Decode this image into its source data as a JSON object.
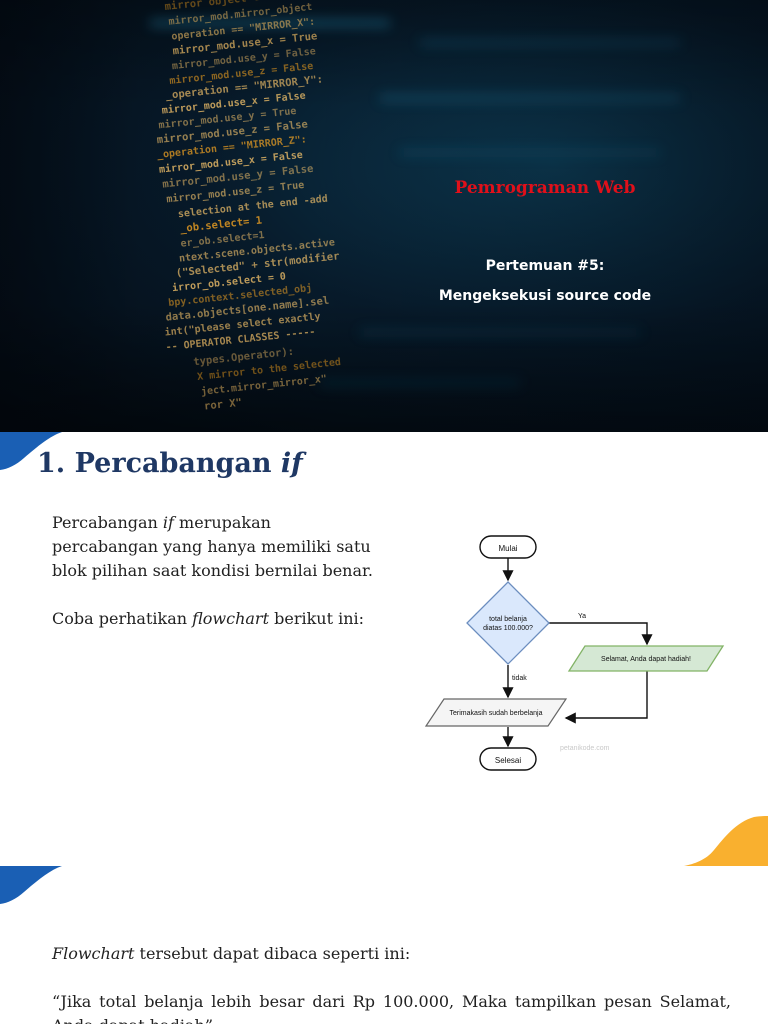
{
  "slide1": {
    "title": "Pemrograman Web",
    "meeting": "Pertemuan #5:",
    "topic": "Mengeksekusi source code",
    "code_lines": [
      "mirror object to mirror",
      "mirror_mod.mirror_object",
      "operation == \"MIRROR_X\":",
      "mirror_mod.use_x = True",
      "mirror_mod.use_y = False",
      "mirror_mod.use_z = False",
      "_operation == \"MIRROR_Y\":",
      "mirror_mod.use_x = False",
      "mirror_mod.use_y = True",
      "mirror_mod.use_z = False",
      "_operation == \"MIRROR_Z\":",
      "mirror_mod.use_x = False",
      "mirror_mod.use_y = False",
      "mirror_mod.use_z = True",
      "selection at the end -add",
      "_ob.select= 1",
      "er_ob.select=1",
      "ntext.scene.objects.active",
      "(\"Selected\" + str(modifier",
      "irror_ob.select = 0",
      "bpy.context.selected_obj",
      "data.objects[one.name].sel",
      "int(\"please select exactly",
      "-- OPERATOR CLASSES -----",
      "types.Operator):",
      "X mirror to the selected",
      "ject.mirror_mirror_x\"",
      "ror X\""
    ]
  },
  "slide2": {
    "heading_prefix": "1. Percabangan ",
    "heading_keyword": "if",
    "p1_word1": "Percabangan ",
    "p1_italic": "if",
    "p1_rest": " merupakan percabangan yang hanya memiliki satu blok pilihan saat kondisi bernilai benar.",
    "p2_prefix": "Coba perhatikan ",
    "p2_italic": "flowchart",
    "p2_rest": " berikut ini:",
    "flowchart": {
      "start": "Mulai",
      "decision_line1": "total belanja",
      "decision_line2": "diatas 100.000?",
      "yes_label": "Ya",
      "no_label": "tidak",
      "yes_output": "Selamat, Anda dapat hadiah!",
      "thanks_output": "Terimakasih sudah berbelanja",
      "end": "Selesai",
      "watermark": "petanikode.com"
    }
  },
  "slide3": {
    "line1_italic": "Flowchart",
    "line1_rest": " tersebut dapat  dibaca seperti ini:",
    "quote": "“Jika total belanja lebih besar dari Rp 100.000, Maka tampilkan pesan Selamat, Anda dapat hadiah”"
  },
  "colors": {
    "title_red": "#e0101a",
    "heading_navy": "#1f3864",
    "accent_blue": "#1a5fb4",
    "accent_yellow": "#f9b02f",
    "decision_fill": "#dae8fc",
    "decision_stroke": "#6c8ebf",
    "io_fill": "#d5e8d4",
    "io_stroke": "#82b366"
  }
}
